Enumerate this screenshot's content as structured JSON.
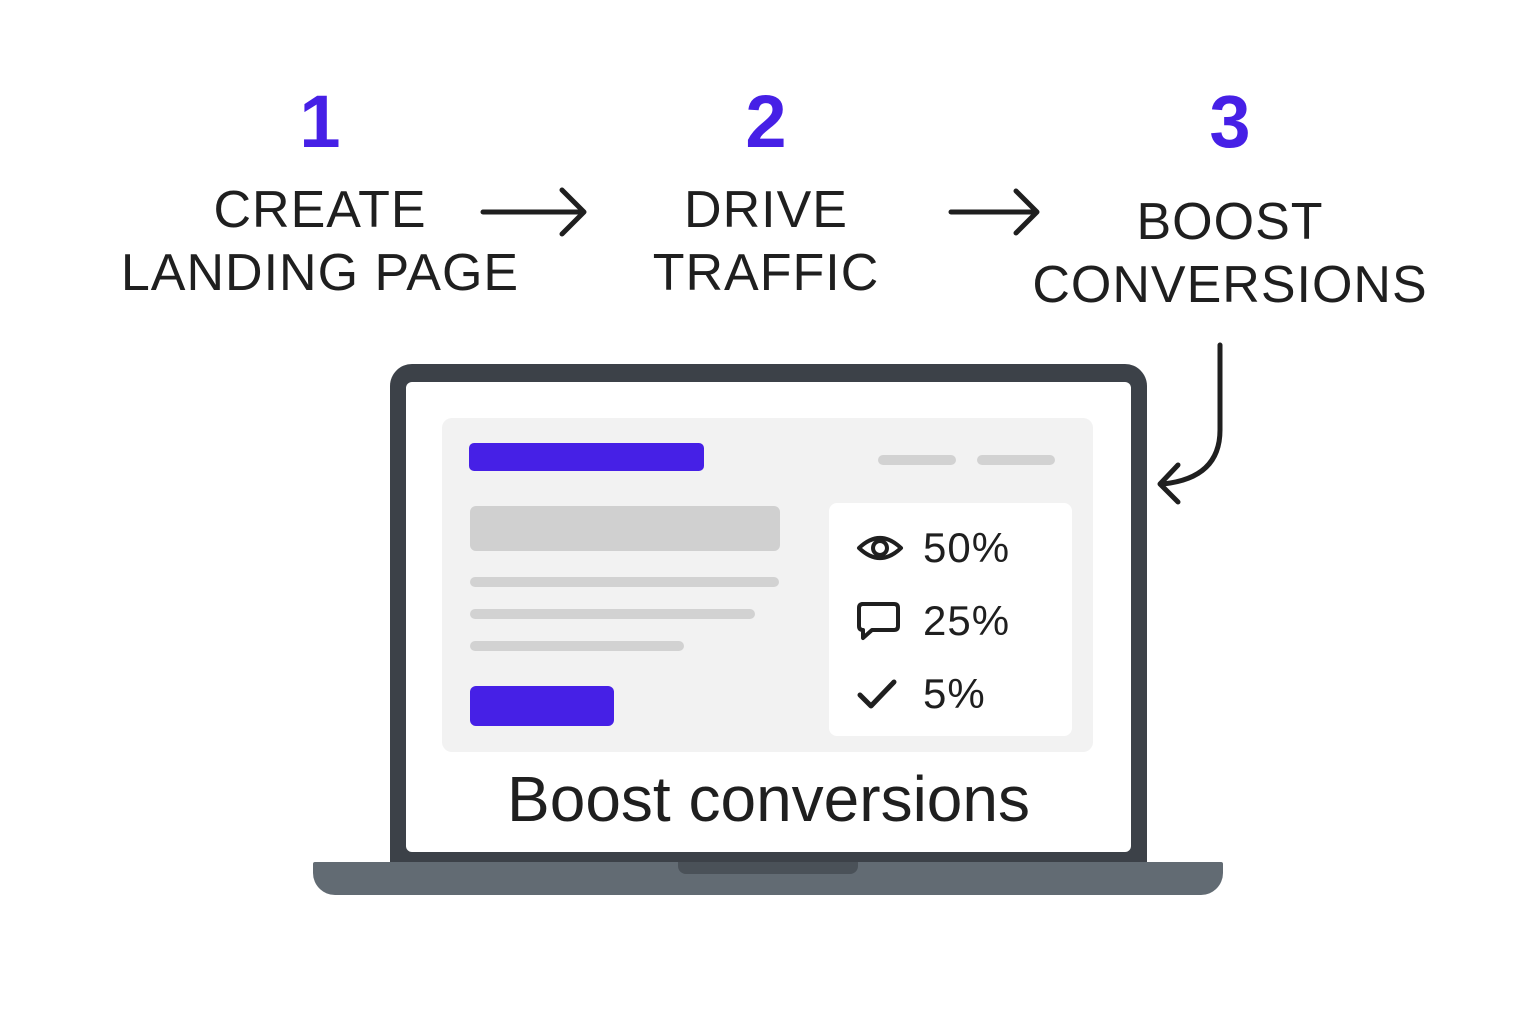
{
  "colors": {
    "accent": "#4620e6",
    "text": "#1f1f1f",
    "laptop_frame": "#3c4148",
    "laptop_base": "#626b73"
  },
  "steps": [
    {
      "number": "1",
      "lines": [
        "CREATE",
        "LANDING PAGE"
      ]
    },
    {
      "number": "2",
      "lines": [
        "DRIVE",
        "TRAFFIC"
      ]
    },
    {
      "number": "3",
      "lines": [
        "BOOST",
        "CONVERSIONS"
      ]
    }
  ],
  "arrows": [
    "right-arrow-icon",
    "right-arrow-icon",
    "curved-down-left-arrow-icon"
  ],
  "stats": [
    {
      "icon": "eye-icon",
      "value": "50%"
    },
    {
      "icon": "chat-bubble-icon",
      "value": "25%"
    },
    {
      "icon": "checkmark-icon",
      "value": "5%"
    }
  ],
  "screen_caption": "Boost conversions"
}
